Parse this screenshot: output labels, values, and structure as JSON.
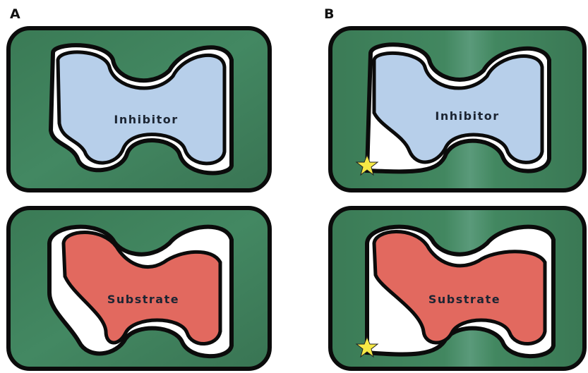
{
  "panels": [
    {
      "letter": "A"
    },
    {
      "letter": "B"
    }
  ],
  "molecules": {
    "inhibitor": "Inhibitor",
    "substrate": "Substrate"
  },
  "colors": {
    "pocket_green": "#3f8059",
    "inhibitor_blue": "#b7cfea",
    "substrate_red": "#e2695f",
    "mutation_star": "#f6e945",
    "outline": "#0b0b0b"
  },
  "icons": {
    "mutation_marker": "star-icon"
  }
}
